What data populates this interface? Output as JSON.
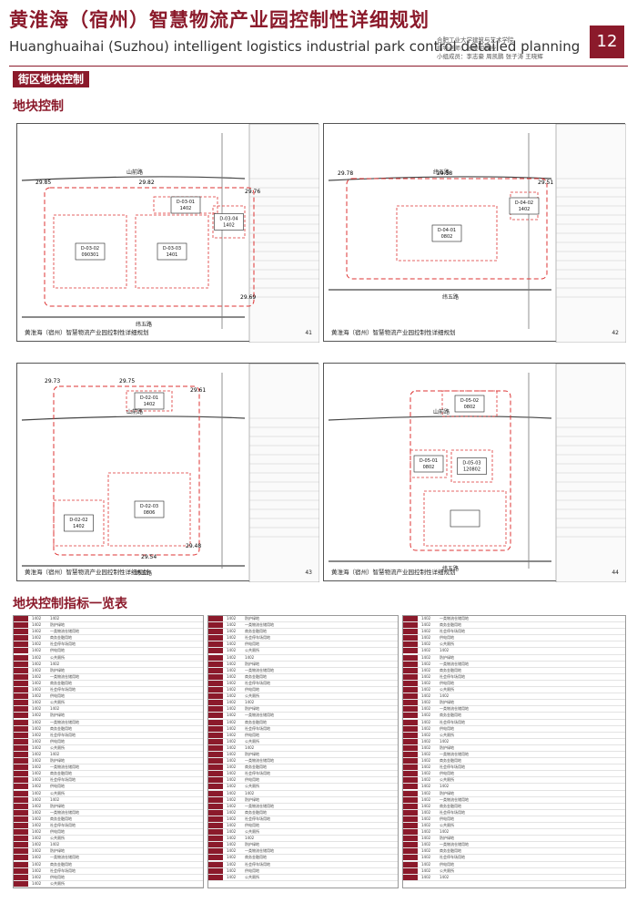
{
  "header": {
    "title_cn": "黄淮海（宿州）智慧物流产业园控制性详细规划",
    "title_en": "Huanghuaihai (Suzhou) intelligent logistics industrial park control detailed planning",
    "page_number": "12",
    "credits": [
      "合肥工业大学建筑与艺术学院",
      "指导老师：张晓明教授",
      "小组成员：李志豪  周凯鹏  张子涛  王晓辉"
    ]
  },
  "section_tag": "街区地块控制",
  "heading_plots": "地块控制",
  "heading_table": "地块控制指标一览表",
  "sheets": [
    {
      "caption": "黄淮海（宿州）智慧物流产业园控制性详细规划",
      "number": "41",
      "roads": [
        "山前路",
        "纬五路"
      ],
      "plots": [
        "D-03-01\n1402",
        "D-03-02\n090301",
        "D-03-03\n1401",
        "D-03-04\n1402"
      ],
      "corner_marks": [
        "29.85",
        "29.82",
        "29.76",
        "29.69"
      ]
    },
    {
      "caption": "黄淮海（宿州）智慧物流产业园控制性详细规划",
      "number": "42",
      "roads": [
        "纬五路",
        "纬五路"
      ],
      "plots": [
        "D-04-01\n0802",
        "D-04-02\n1402"
      ],
      "corner_marks": [
        "29.78",
        "29.58",
        "29.51"
      ]
    },
    {
      "caption": "黄淮海（宿州）智慧物流产业园控制性详细规划",
      "number": "43",
      "roads": [
        "山前路",
        "纬五路"
      ],
      "plots": [
        "D-02-01\n1402",
        "D-02-02\n1402",
        "D-02-03\n0806"
      ],
      "corner_marks": [
        "29.73",
        "29.75",
        "29.61",
        "29.48",
        "29.54"
      ]
    },
    {
      "caption": "黄淮海（宿州）智慧物流产业园控制性详细规划",
      "number": "44",
      "roads": [
        "山前路",
        "纬五路"
      ],
      "plots": [
        "D-05-02\n0802",
        "D-05-03\n120802",
        "D-05-01\n0802"
      ],
      "corner_marks": []
    }
  ],
  "table_rows_sample": [
    "1402",
    "防护绿地",
    "一类物流仓储用地",
    "商务金融用地",
    "社会停车场用地",
    "供电用地",
    "公共厕所"
  ]
}
